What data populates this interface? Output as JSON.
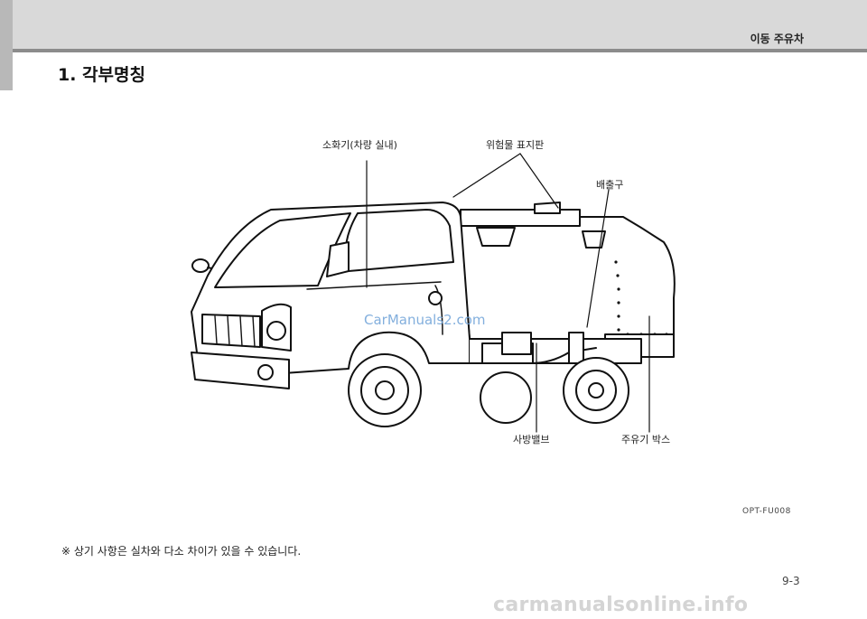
{
  "header": {
    "title": "이동 주유차"
  },
  "section": {
    "title": "1. 각부명칭"
  },
  "figure": {
    "callouts": {
      "extinguisher": "소화기(차량 실내)",
      "hazard_sign": "위험물 표지판",
      "outlet": "배출구",
      "valve": "사방밸브",
      "fuel_box": "주유기 박스"
    },
    "code": "OPT-FU008",
    "icon": "fuel-tanker-truck-illustration"
  },
  "note": "※ 상기 사항은 실차와 다소 차이가 있을 수 있습니다.",
  "page": {
    "number": "9-3"
  },
  "watermarks": {
    "overlay": "CarManuals2.com",
    "site": "carmanualsonline.info"
  },
  "colors": {
    "header_band": "#d9d9d9",
    "header_rule": "#8c8c8c",
    "overlay_watermark": "#6ea2d8",
    "site_watermark": "#d4d4d4"
  }
}
